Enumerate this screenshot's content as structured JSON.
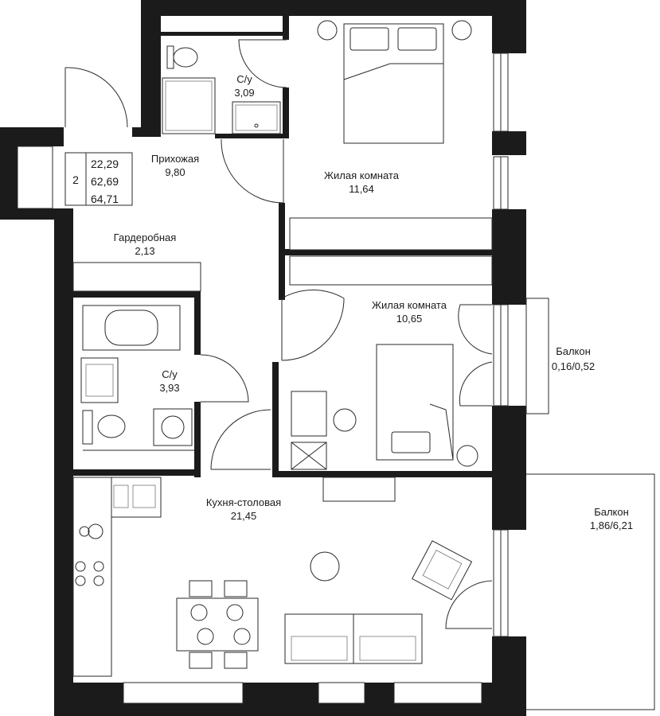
{
  "summary": {
    "rooms": "2",
    "living_area": "22,29",
    "total_area": "62,69",
    "area_with_balconies": "64,71"
  },
  "rooms": {
    "bathroom_top": {
      "name": "С/у",
      "area": "3,09"
    },
    "hall": {
      "name": "Прихожая",
      "area": "9,80"
    },
    "bedroom_1": {
      "name": "Жилая комната",
      "area": "11,64"
    },
    "wardrobe": {
      "name": "Гардеробная",
      "area": "2,13"
    },
    "bedroom_2": {
      "name": "Жилая комната",
      "area": "10,65"
    },
    "bathroom_bottom": {
      "name": "С/у",
      "area": "3,93"
    },
    "kitchen": {
      "name": "Кухня-столовая",
      "area": "21,45"
    },
    "balcony_small": {
      "name": "Балкон",
      "area": "0,16/0,52"
    },
    "balcony_large": {
      "name": "Балкон",
      "area": "1,86/6,21"
    }
  },
  "colors": {
    "wall": "#1b1b1b",
    "line": "#2a2a2a",
    "background": "#ffffff"
  }
}
